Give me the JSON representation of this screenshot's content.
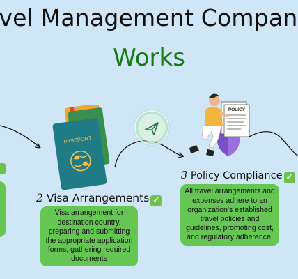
{
  "title": {
    "line1": "avel Management Company",
    "line2": "Works"
  },
  "steps": [
    {
      "number": "2",
      "heading": "Visa Arrangements",
      "text": "Visa arrangement for destination country, preparing and submitting the appropriate application forms, gathering required documents"
    },
    {
      "number": "3",
      "heading": "Policy Compliance",
      "text": "All travel arrangements and expenses adhere to an organization's established travel policies and guidelines, promoting cost, and regulatory adherence."
    }
  ],
  "passport_label": "PASSPORT",
  "policy_label": "POLICY",
  "icons": [
    "passport-icon",
    "airplane-travel-icon",
    "policy-person-icon",
    "check-icon"
  ],
  "colors": {
    "background": "#cfe6f6",
    "title_green": "#167a16",
    "box_green": "#65c653",
    "check_green": "#6cc24a",
    "passport_teal": "#1f7b86"
  }
}
